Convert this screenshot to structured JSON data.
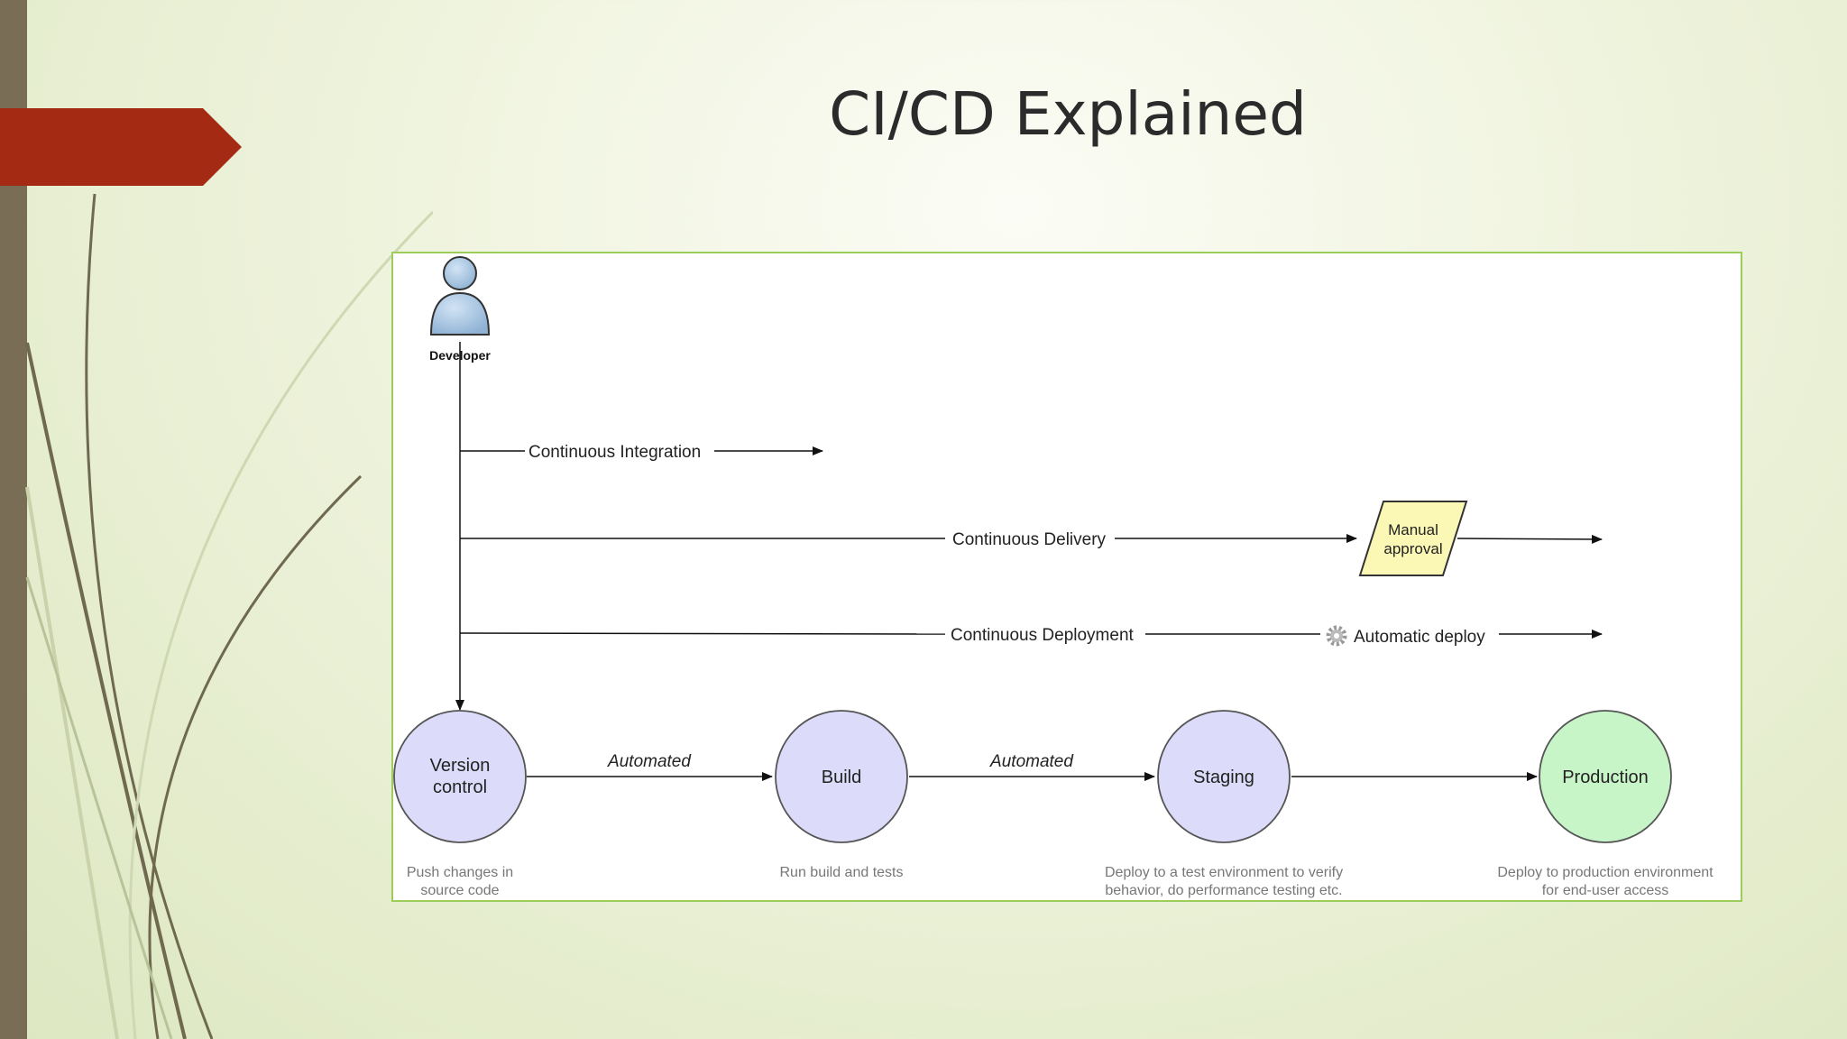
{
  "slide": {
    "title": "CI/CD Explained"
  },
  "diagram": {
    "actor": {
      "label": "Developer",
      "icon": "developer-person-icon"
    },
    "flows": {
      "ci": "Continuous Integration",
      "delivery": "Continuous Delivery",
      "deployment": "Continuous Deployment"
    },
    "manual_approval": [
      "Manual",
      "approval"
    ],
    "automatic_deploy": {
      "label": "Automatic deploy",
      "icon": "gear-icon"
    },
    "edge_label": "Automated",
    "stages": [
      {
        "label_lines": [
          "Version",
          "control"
        ],
        "desc_lines": [
          "Push changes in",
          "source code"
        ],
        "color": "#dcdcfa"
      },
      {
        "label_lines": [
          "Build"
        ],
        "desc_lines": [
          "Run build and tests"
        ],
        "color": "#dcdcfa"
      },
      {
        "label_lines": [
          "Staging"
        ],
        "desc_lines": [
          "Deploy to a test environment to verify",
          "behavior, do performance testing etc."
        ],
        "color": "#dcdcfa"
      },
      {
        "label_lines": [
          "Production"
        ],
        "desc_lines": [
          "Deploy to production environment",
          "for end-user access"
        ],
        "color": "#c8f5c8"
      }
    ],
    "colors": {
      "frame_border": "#9ccc5a",
      "approval_fill": "#fbf7b4",
      "ribbon": "#a52a14",
      "sidebar": "#7a6d55"
    }
  }
}
